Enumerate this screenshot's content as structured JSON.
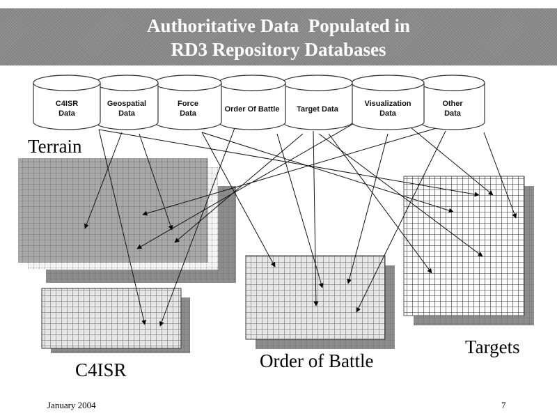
{
  "slide": {
    "title_line1": "Authoritative Data  Populated in",
    "title_line2": "RD3 Repository Databases",
    "footer_date": "January 2004",
    "page_number": "7"
  },
  "databases": [
    {
      "id": "c4isr",
      "line1": "C4ISR",
      "line2": "Data"
    },
    {
      "id": "geospatial",
      "line1": "Geospatial",
      "line2": "Data"
    },
    {
      "id": "force",
      "line1": "Force",
      "line2": "Data"
    },
    {
      "id": "order-of-battle",
      "line1": "Order Of Battle",
      "line2": ""
    },
    {
      "id": "target",
      "line1": "Target Data",
      "line2": ""
    },
    {
      "id": "visualization",
      "line1": "Visualization",
      "line2": "Data"
    },
    {
      "id": "other",
      "line1": "Other",
      "line2": "Data"
    }
  ],
  "repositories": [
    {
      "id": "terrain",
      "label": "Terrain"
    },
    {
      "id": "c4isr",
      "label": "C4ISR"
    },
    {
      "id": "order-of-battle",
      "label": "Order of Battle"
    },
    {
      "id": "targets",
      "label": "Targets"
    }
  ],
  "connections": [
    {
      "from": "c4isr",
      "to": "c4isr"
    },
    {
      "from": "c4isr",
      "to": "targets"
    },
    {
      "from": "geospatial",
      "to": "terrain"
    },
    {
      "from": "geospatial",
      "to": "terrain"
    },
    {
      "from": "force",
      "to": "order-of-battle"
    },
    {
      "from": "force",
      "to": "targets"
    },
    {
      "from": "order-of-battle",
      "to": "c4isr"
    },
    {
      "from": "order-of-battle",
      "to": "order-of-battle"
    },
    {
      "from": "target",
      "to": "terrain"
    },
    {
      "from": "target",
      "to": "order-of-battle"
    },
    {
      "from": "target",
      "to": "targets"
    },
    {
      "from": "target",
      "to": "targets"
    },
    {
      "from": "visualization",
      "to": "terrain"
    },
    {
      "from": "visualization",
      "to": "order-of-battle"
    },
    {
      "from": "visualization",
      "to": "targets"
    },
    {
      "from": "other",
      "to": "terrain"
    },
    {
      "from": "other",
      "to": "order-of-battle"
    },
    {
      "from": "other",
      "to": "targets"
    }
  ],
  "colors": {
    "title_bar": "#8a8a8a",
    "terrain_fill": "#a8a8a8",
    "light_grid_fill": "#e6e6e6",
    "shadow_fill": "#8c8c8c",
    "targets_fill": "#ffffff"
  }
}
